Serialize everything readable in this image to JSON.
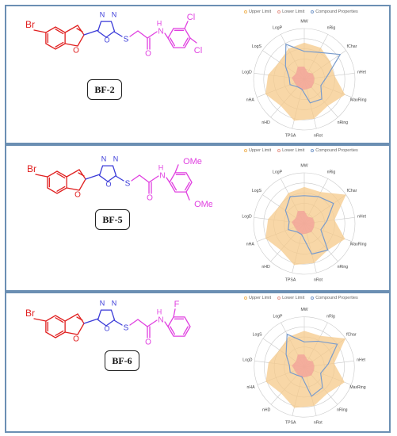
{
  "legend": {
    "upper": "Upper Limit",
    "lower": "Lower Limit",
    "compound": "Compound Properties"
  },
  "colors": {
    "upper": "#f5c98a",
    "lower": "#f2a39a",
    "compound": "#7a9ccc",
    "grid": "#c9c9c9",
    "frame": "#6b8fb3",
    "bromobenzofuran": "#e02020",
    "oxadiazole": "#3a3ad8",
    "amide_aryl": "#e040e0"
  },
  "axes": [
    "MW",
    "nRig",
    "fChar",
    "nHet",
    "MaxRing",
    "nRing",
    "nRot",
    "TPSA",
    "nHD",
    "nHA",
    "LogD",
    "LogS",
    "LogP"
  ],
  "panels": [
    {
      "id": "BF-2",
      "label": "BF-2",
      "atoms": {
        "br": "Br",
        "o1": "O",
        "n1": "N",
        "n2": "N",
        "o2": "O",
        "s": "S",
        "nh": "H",
        "n3": "N",
        "o3": "O",
        "sub1": "Cl",
        "sub2": "Cl"
      },
      "chart_data": {
        "type": "radar",
        "axes": [
          "MW",
          "nRig",
          "fChar",
          "nHet",
          "MaxRing",
          "nRing",
          "nRot",
          "TPSA",
          "nHD",
          "nHA",
          "LogD",
          "LogS",
          "LogP"
        ],
        "series": [
          {
            "values": [
              0.72,
              0.7,
              0.62,
              0.6,
              0.86,
              0.7,
              0.8,
              0.84,
              0.7,
              0.82,
              0.72,
              0.6,
              0.68
            ]
          },
          {
            "values": [
              0.25,
              0.15,
              0.2,
              0.2,
              0.2,
              0.22,
              0.2,
              0.22,
              0.2,
              0.2,
              0.25,
              0.2,
              0.28
            ]
          },
          {
            "values": [
              0.55,
              0.6,
              0.86,
              0.45,
              0.35,
              0.52,
              0.48,
              0.2,
              0.2,
              0.3,
              0.3,
              0.45,
              0.78
            ]
          }
        ]
      }
    },
    {
      "id": "BF-5",
      "label": "BF-5",
      "atoms": {
        "br": "Br",
        "o1": "O",
        "n1": "N",
        "n2": "N",
        "o2": "O",
        "s": "S",
        "nh": "H",
        "n3": "N",
        "o3": "O",
        "sub1": "OMe",
        "sub2": "OMe"
      },
      "chart_data": {
        "type": "radar",
        "axes": [
          "MW",
          "nRig",
          "fChar",
          "nHet",
          "MaxRing",
          "nRing",
          "nRot",
          "TPSA",
          "nHD",
          "nHA",
          "LogD",
          "LogS",
          "LogP"
        ],
        "series": [
          {
            "values": [
              0.72,
              0.7,
              1.0,
              0.6,
              0.86,
              0.7,
              0.8,
              0.84,
              0.7,
              0.82,
              0.72,
              0.6,
              0.68
            ]
          },
          {
            "values": [
              0.25,
              0.15,
              0.2,
              0.2,
              0.2,
              0.22,
              0.2,
              0.22,
              0.2,
              0.2,
              0.25,
              0.2,
              0.28
            ]
          },
          {
            "values": [
              0.55,
              0.6,
              0.7,
              0.45,
              0.35,
              0.7,
              0.62,
              0.22,
              0.22,
              0.34,
              0.3,
              0.45,
              0.6
            ]
          }
        ]
      }
    },
    {
      "id": "BF-6",
      "label": "BF-6",
      "atoms": {
        "br": "Br",
        "o1": "O",
        "n1": "N",
        "n2": "N",
        "o2": "O",
        "s": "S",
        "nh": "H",
        "n3": "N",
        "o3": "O",
        "sub1": "F",
        "sub2": ""
      },
      "chart_data": {
        "type": "radar",
        "axes": [
          "MW",
          "nRig",
          "fChar",
          "nHet",
          "MaxRing",
          "nRing",
          "nRot",
          "TPSA",
          "nHD",
          "nHA",
          "LogD",
          "LogS",
          "LogP"
        ],
        "series": [
          {
            "values": [
              0.72,
              0.7,
              1.0,
              0.6,
              0.86,
              0.7,
              0.8,
              0.84,
              0.7,
              0.82,
              0.72,
              0.6,
              0.68
            ]
          },
          {
            "values": [
              0.25,
              0.15,
              0.2,
              0.2,
              0.2,
              0.22,
              0.2,
              0.22,
              0.2,
              0.2,
              0.25,
              0.2,
              0.28
            ]
          },
          {
            "values": [
              0.5,
              0.58,
              0.8,
              0.48,
              0.35,
              0.55,
              0.6,
              0.2,
              0.22,
              0.3,
              0.3,
              0.44,
              0.74
            ]
          }
        ]
      }
    }
  ]
}
